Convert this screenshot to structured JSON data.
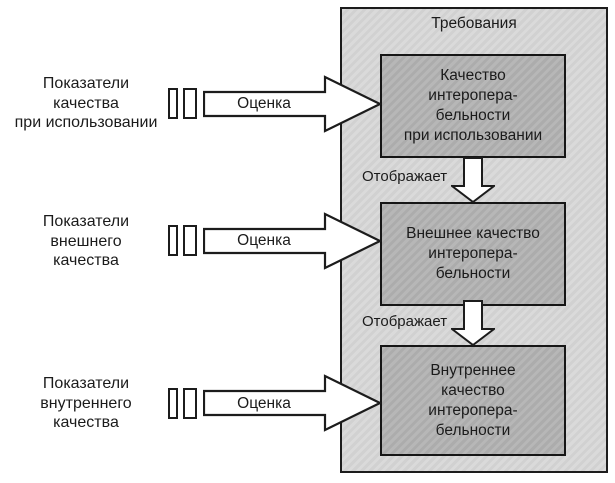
{
  "diagram": {
    "container": {
      "title": "Требования",
      "fill": "#d5d5d5",
      "border_color": "#1c1c1c"
    },
    "boxes": [
      {
        "label": "Качество\nинтеропера-\nбельности\nпри использовании",
        "fill": "#b1b1b1"
      },
      {
        "label": "Внешнее качество\nинтеропера-\nбельности",
        "fill": "#b1b1b1"
      },
      {
        "label": "Внутреннее\nкачество\nинтеропера-\nбельности",
        "fill": "#b1b1b1"
      }
    ],
    "maps_arrows": [
      {
        "label": "Отображает"
      },
      {
        "label": "Отображает"
      }
    ],
    "rows": [
      {
        "label": "Показатели\nкачества\nпри использовании",
        "arrow_label": "Оценка"
      },
      {
        "label": "Показатели\nвнешнего\nкачества",
        "arrow_label": "Оценка"
      },
      {
        "label": "Показатели\nвнутреннего\nкачества",
        "arrow_label": "Оценка"
      }
    ],
    "arrow_fill": "#ffffff",
    "background": "#ffffff"
  }
}
